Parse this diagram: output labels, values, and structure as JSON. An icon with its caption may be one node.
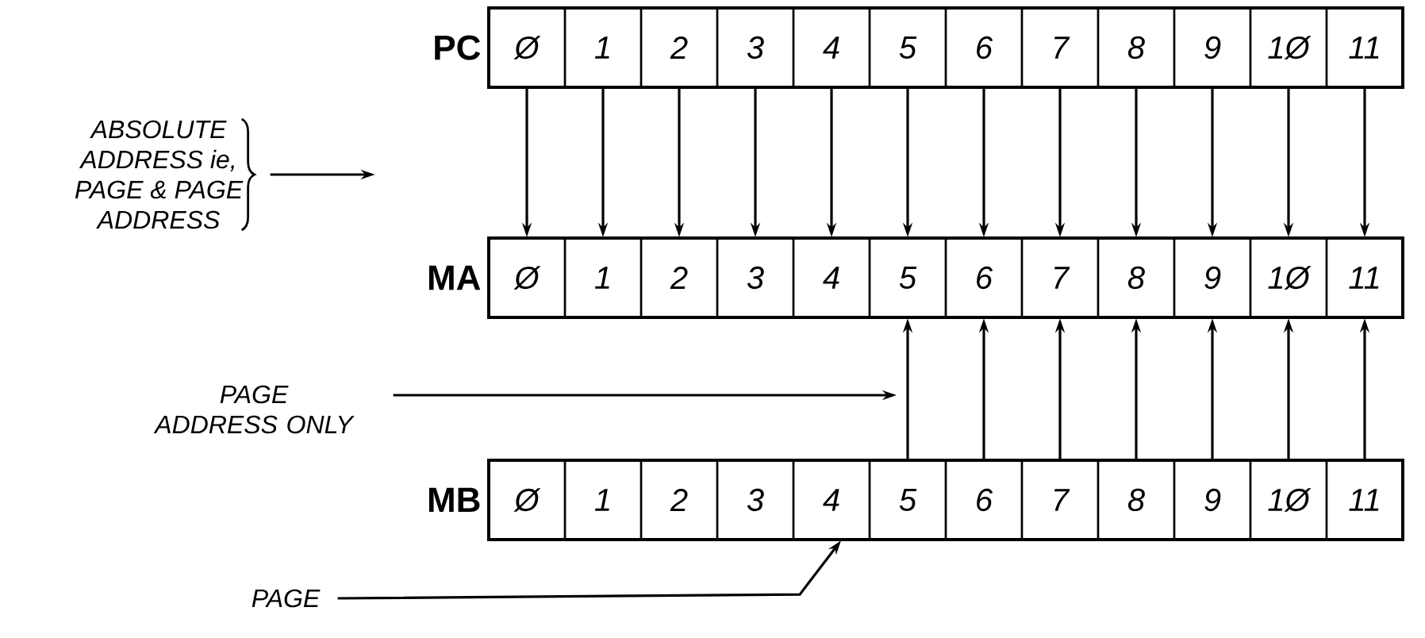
{
  "diagram": {
    "nodes": [
      {
        "text": [
          "PC"
        ]
      },
      {
        "text": [
          "Ø"
        ],
        "in": 0
      },
      {
        "text": [
          "1"
        ],
        "in": 0
      },
      {
        "text": [
          "2"
        ],
        "in": 0
      },
      {
        "text": [
          "3"
        ],
        "in": 0
      },
      {
        "text": [
          "4"
        ],
        "in": 0
      },
      {
        "text": [
          "5"
        ],
        "in": 0
      },
      {
        "text": [
          "6"
        ],
        "in": 0
      },
      {
        "text": [
          "7"
        ],
        "in": 0
      },
      {
        "text": [
          "8"
        ],
        "in": 0
      },
      {
        "text": [
          "9"
        ],
        "in": 0
      },
      {
        "text": [
          "1Ø"
        ],
        "in": 0
      },
      {
        "text": [
          "11"
        ],
        "in": 0
      },
      {
        "text": [
          "MA"
        ]
      },
      {
        "text": [
          "Ø"
        ],
        "in": 13
      },
      {
        "text": [
          "1"
        ],
        "in": 13
      },
      {
        "text": [
          "2"
        ],
        "in": 13
      },
      {
        "text": [
          "3"
        ],
        "in": 13
      },
      {
        "text": [
          "4"
        ],
        "in": 13
      },
      {
        "text": [
          "5"
        ],
        "in": 13
      },
      {
        "text": [
          "6"
        ],
        "in": 13
      },
      {
        "text": [
          "7"
        ],
        "in": 13
      },
      {
        "text": [
          "8"
        ],
        "in": 13
      },
      {
        "text": [
          "9"
        ],
        "in": 13
      },
      {
        "text": [
          "1Ø"
        ],
        "in": 13
      },
      {
        "text": [
          "11"
        ],
        "in": 13
      },
      {
        "text": [
          "MB"
        ]
      },
      {
        "text": [
          "Ø"
        ],
        "in": 26
      },
      {
        "text": [
          "1"
        ],
        "in": 26
      },
      {
        "text": [
          "2"
        ],
        "in": 26
      },
      {
        "text": [
          "3"
        ],
        "in": 26
      },
      {
        "text": [
          "4"
        ],
        "in": 26
      },
      {
        "text": [
          "5"
        ],
        "in": 26
      },
      {
        "text": [
          "6"
        ],
        "in": 26
      },
      {
        "text": [
          "7"
        ],
        "in": 26
      },
      {
        "text": [
          "8"
        ],
        "in": 26
      },
      {
        "text": [
          "9"
        ],
        "in": 26
      },
      {
        "text": [
          "1Ø"
        ],
        "in": 26
      },
      {
        "text": [
          "11"
        ],
        "in": 26
      },
      {
        "text": [
          "ABSOLUTE ADDRESS ie, PAGE & PAGE ADDRESS"
        ]
      },
      {
        "text": [
          "PAGE ADDRESS ONLY"
        ]
      },
      {
        "text": [
          "PAGE"
        ]
      }
    ],
    "edges": [
      {
        "from": 1,
        "to": 14,
        "arrow": "to"
      },
      {
        "from": 2,
        "to": 15,
        "arrow": "to"
      },
      {
        "from": 3,
        "to": 16,
        "arrow": "to"
      },
      {
        "from": 4,
        "to": 17,
        "arrow": "to"
      },
      {
        "from": 5,
        "to": 18,
        "arrow": "to"
      },
      {
        "from": 6,
        "to": 19,
        "arrow": "to"
      },
      {
        "from": 7,
        "to": 20,
        "arrow": "to"
      },
      {
        "from": 8,
        "to": 21,
        "arrow": "to"
      },
      {
        "from": 9,
        "to": 22,
        "arrow": "to"
      },
      {
        "from": 10,
        "to": 23,
        "arrow": "to"
      },
      {
        "from": 11,
        "to": 24,
        "arrow": "to"
      },
      {
        "from": 12,
        "to": 25,
        "arrow": "to"
      },
      {
        "from": 32,
        "to": 19,
        "arrow": "to"
      },
      {
        "from": 33,
        "to": 20,
        "arrow": "to"
      },
      {
        "from": 34,
        "to": 21,
        "arrow": "to"
      },
      {
        "from": 35,
        "to": 22,
        "arrow": "to"
      },
      {
        "from": 36,
        "to": 23,
        "arrow": "to"
      },
      {
        "from": 37,
        "to": 24,
        "arrow": "to"
      },
      {
        "from": 38,
        "to": 25,
        "arrow": "to"
      },
      {
        "from": 39,
        "to": null,
        "arrow": "to"
      },
      {
        "from": 40,
        "to": null,
        "arrow": "to"
      },
      {
        "from": 41,
        "to": 31,
        "arrow": "to"
      }
    ]
  }
}
